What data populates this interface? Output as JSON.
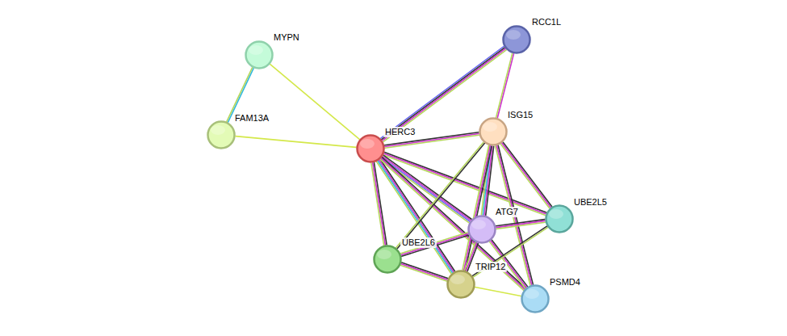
{
  "diagram": {
    "nodes": [
      {
        "text": [
          "MYPN"
        ]
      },
      {
        "text": [
          "RCC1L"
        ]
      },
      {
        "text": [
          "FAM13A"
        ]
      },
      {
        "text": [
          "HERC3"
        ]
      },
      {
        "text": [
          "ISG15"
        ]
      },
      {
        "text": [
          "UBE2L5"
        ]
      },
      {
        "text": [
          "ATG7"
        ]
      },
      {
        "text": [
          "UBE2L6"
        ]
      },
      {
        "text": [
          "TRIP12"
        ]
      },
      {
        "text": [
          "PSMD4"
        ]
      }
    ],
    "edges": [
      {
        "from": 0,
        "to": 2,
        "arrow": "none"
      },
      {
        "from": 0,
        "to": 3,
        "arrow": "none"
      },
      {
        "from": 2,
        "to": 3,
        "arrow": "none"
      },
      {
        "from": 3,
        "to": 1,
        "arrow": "none"
      },
      {
        "from": 1,
        "to": 4,
        "arrow": "none"
      },
      {
        "from": 3,
        "to": 4,
        "arrow": "none"
      },
      {
        "from": 3,
        "to": 5,
        "arrow": "none"
      },
      {
        "from": 3,
        "to": 6,
        "arrow": "none"
      },
      {
        "from": 3,
        "to": 7,
        "arrow": "none"
      },
      {
        "from": 3,
        "to": 8,
        "arrow": "none"
      },
      {
        "from": 3,
        "to": 9,
        "arrow": "none"
      },
      {
        "from": 4,
        "to": 5,
        "arrow": "none"
      },
      {
        "from": 4,
        "to": 6,
        "arrow": "none"
      },
      {
        "from": 4,
        "to": 7,
        "arrow": "none"
      },
      {
        "from": 4,
        "to": 8,
        "arrow": "none"
      },
      {
        "from": 4,
        "to": 9,
        "arrow": "none"
      },
      {
        "from": 6,
        "to": 5,
        "arrow": "none"
      },
      {
        "from": 6,
        "to": 7,
        "arrow": "none"
      },
      {
        "from": 6,
        "to": 8,
        "arrow": "none"
      },
      {
        "from": 6,
        "to": 9,
        "arrow": "none"
      },
      {
        "from": 7,
        "to": 8,
        "arrow": "none"
      },
      {
        "from": 8,
        "to": 9,
        "arrow": "none"
      },
      {
        "from": 8,
        "to": 5,
        "arrow": "none"
      }
    ]
  }
}
